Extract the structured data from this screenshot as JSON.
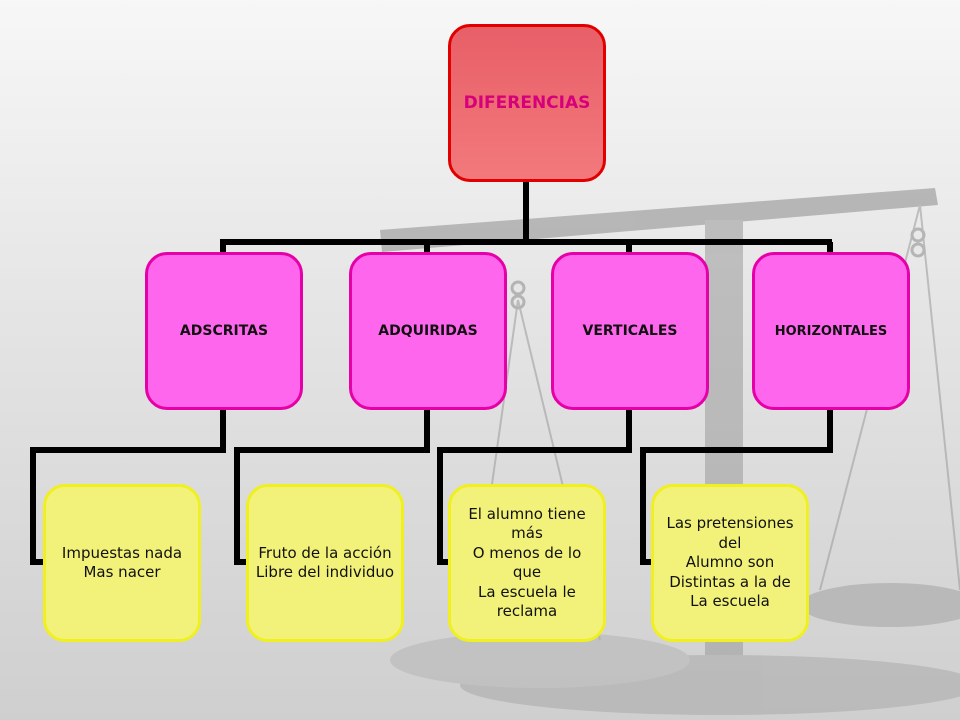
{
  "root": {
    "label": "DIFERENCIAS"
  },
  "categories": [
    {
      "label": "ADSCRITAS",
      "detail": "Impuestas nada\nMas nacer"
    },
    {
      "label": "ADQUIRIDAS",
      "detail": "Fruto de la acción\nLibre del individuo"
    },
    {
      "label": "VERTICALES",
      "detail": "El alumno tiene\nmás\nO menos de lo\nque\nLa escuela le\nreclama"
    },
    {
      "label": "HORIZONTALES",
      "detail": "Las pretensiones\ndel\nAlumno son\nDistintas a la de\nLa escuela"
    }
  ],
  "colors": {
    "root_fill": "#ef6e74",
    "root_border": "#e00000",
    "root_text": "#d6007a",
    "category_fill": "#ff66ee",
    "category_border": "#e600a8",
    "leaf_fill": "#f2f27a",
    "leaf_border": "#f0f020",
    "connector": "#000000"
  }
}
